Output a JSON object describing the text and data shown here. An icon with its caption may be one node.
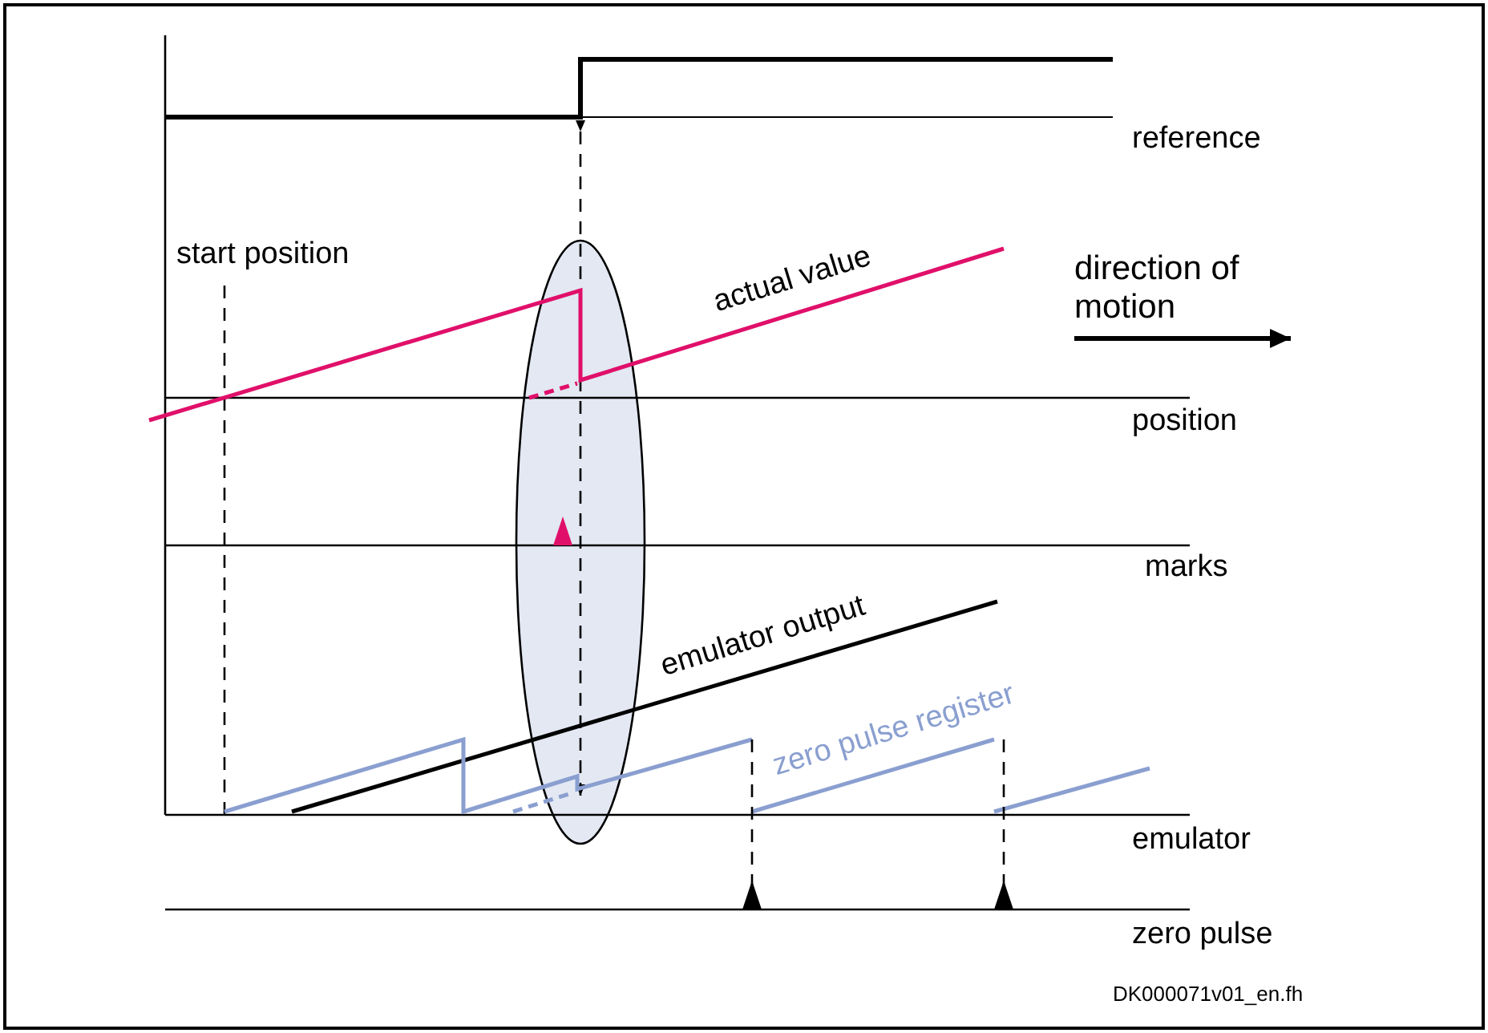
{
  "diagram": {
    "labels": [
      "reference",
      "start position",
      "actual value",
      "direction of motion",
      "position",
      "marks",
      "emulator output",
      "zero pulse register",
      "emulator",
      "zero pulse",
      "DK000071v01_en.fh"
    ]
  }
}
